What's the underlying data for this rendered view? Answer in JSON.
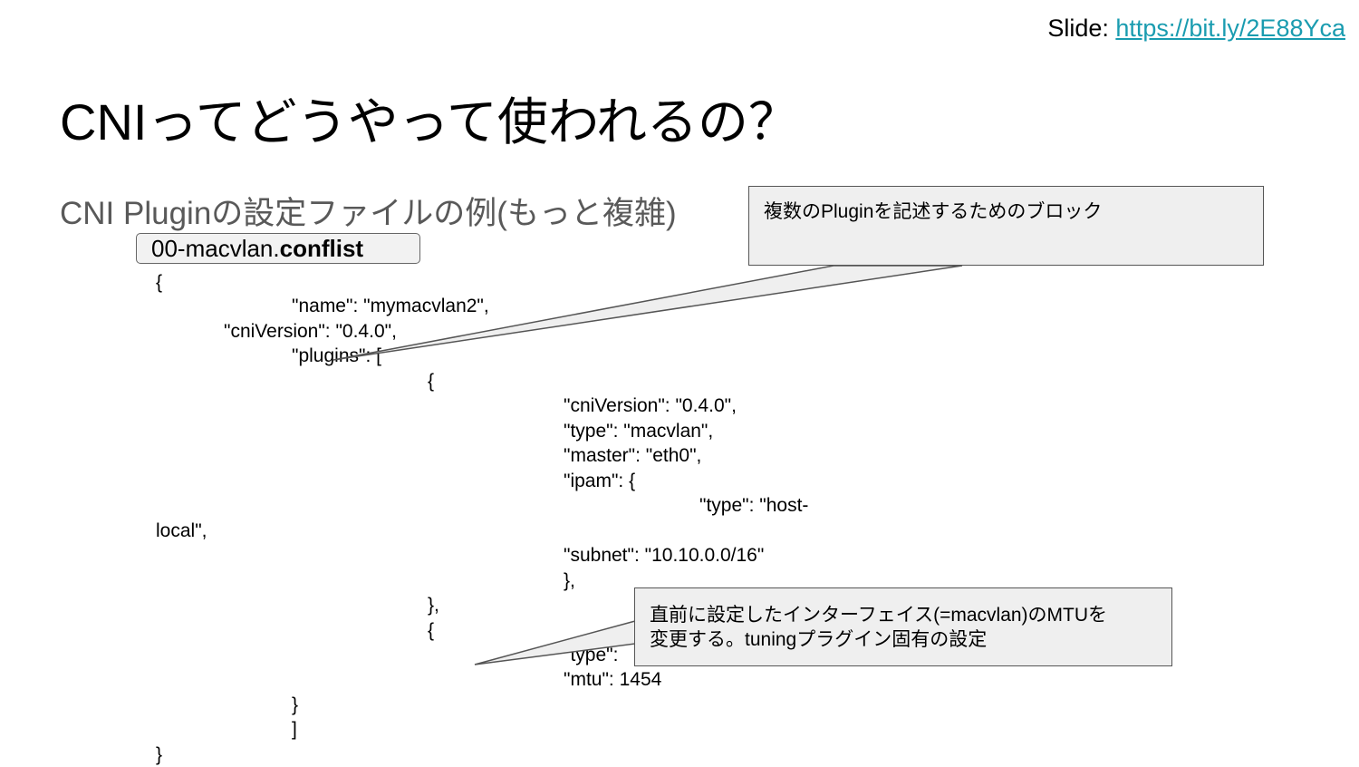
{
  "header": {
    "slide_label": "Slide: ",
    "slide_url": "https://bit.ly/2E88Yca"
  },
  "title": "CNIってどうやって使われるの？",
  "subtitle": "CNI Pluginの設定ファイルの例(もっと複雑)",
  "file": {
    "name_prefix": "00-macvlan.",
    "name_bold": "conflist"
  },
  "code_lines": [
    "{",
    "\"name\": \"mymacvlan2\",",
    "\"cniVersion\": \"0.4.0\",",
    "\"plugins\": [",
    "{",
    "\"cniVersion\": \"0.4.0\",",
    "\"type\": \"macvlan\",",
    "\"master\": \"eth0\",",
    "\"ipam\": {",
    "\"type\": \"host-",
    "local\",",
    "\"subnet\": \"10.10.0.0/16\"",
    "},",
    "},",
    "{",
    "\"type\":",
    "\"mtu\": 1454",
    "}",
    "]",
    "}"
  ],
  "callouts": {
    "plugins_block": "複数のPluginを記述するためのブロック",
    "tuning_line1": "直前に設定したインターフェイス(=macvlan)のMTUを",
    "tuning_line2": "変更する。tuningプラグイン固有の設定"
  }
}
